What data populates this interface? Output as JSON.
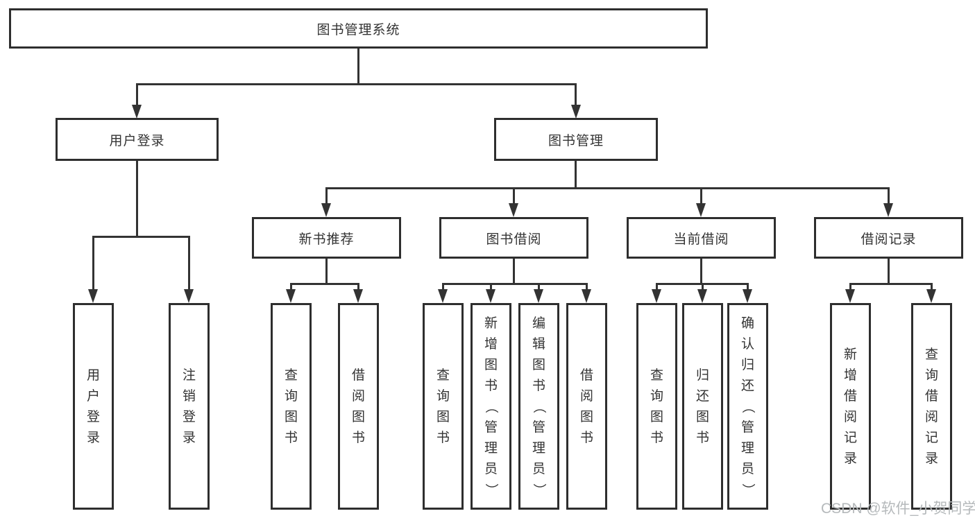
{
  "tree": {
    "root": "图书管理系统",
    "children": [
      {
        "label": "用户登录",
        "children": [
          {
            "label": "用户登录"
          },
          {
            "label": "注销登录"
          }
        ]
      },
      {
        "label": "图书管理",
        "children": [
          {
            "label": "新书推荐",
            "children": [
              {
                "label": "查询图书"
              },
              {
                "label": "借阅图书"
              }
            ]
          },
          {
            "label": "图书借阅",
            "children": [
              {
                "label": "查询图书"
              },
              {
                "label": "新增图书（管理员）"
              },
              {
                "label": "编辑图书（管理员）"
              },
              {
                "label": "借阅图书"
              }
            ]
          },
          {
            "label": "当前借阅",
            "children": [
              {
                "label": "查询图书"
              },
              {
                "label": "归还图书"
              },
              {
                "label": "确认归还（管理员）"
              }
            ]
          },
          {
            "label": "借阅记录",
            "children": [
              {
                "label": "新增借阅记录"
              },
              {
                "label": "查询借阅记录"
              }
            ]
          }
        ]
      }
    ]
  },
  "watermark": {
    "text": "CSDN @软件_小贺同学"
  },
  "colors": {
    "line": "#333333",
    "border": "#2e2e2e",
    "text": "#333333",
    "watermark": "#b5b9bb",
    "background": "#ffffff"
  }
}
